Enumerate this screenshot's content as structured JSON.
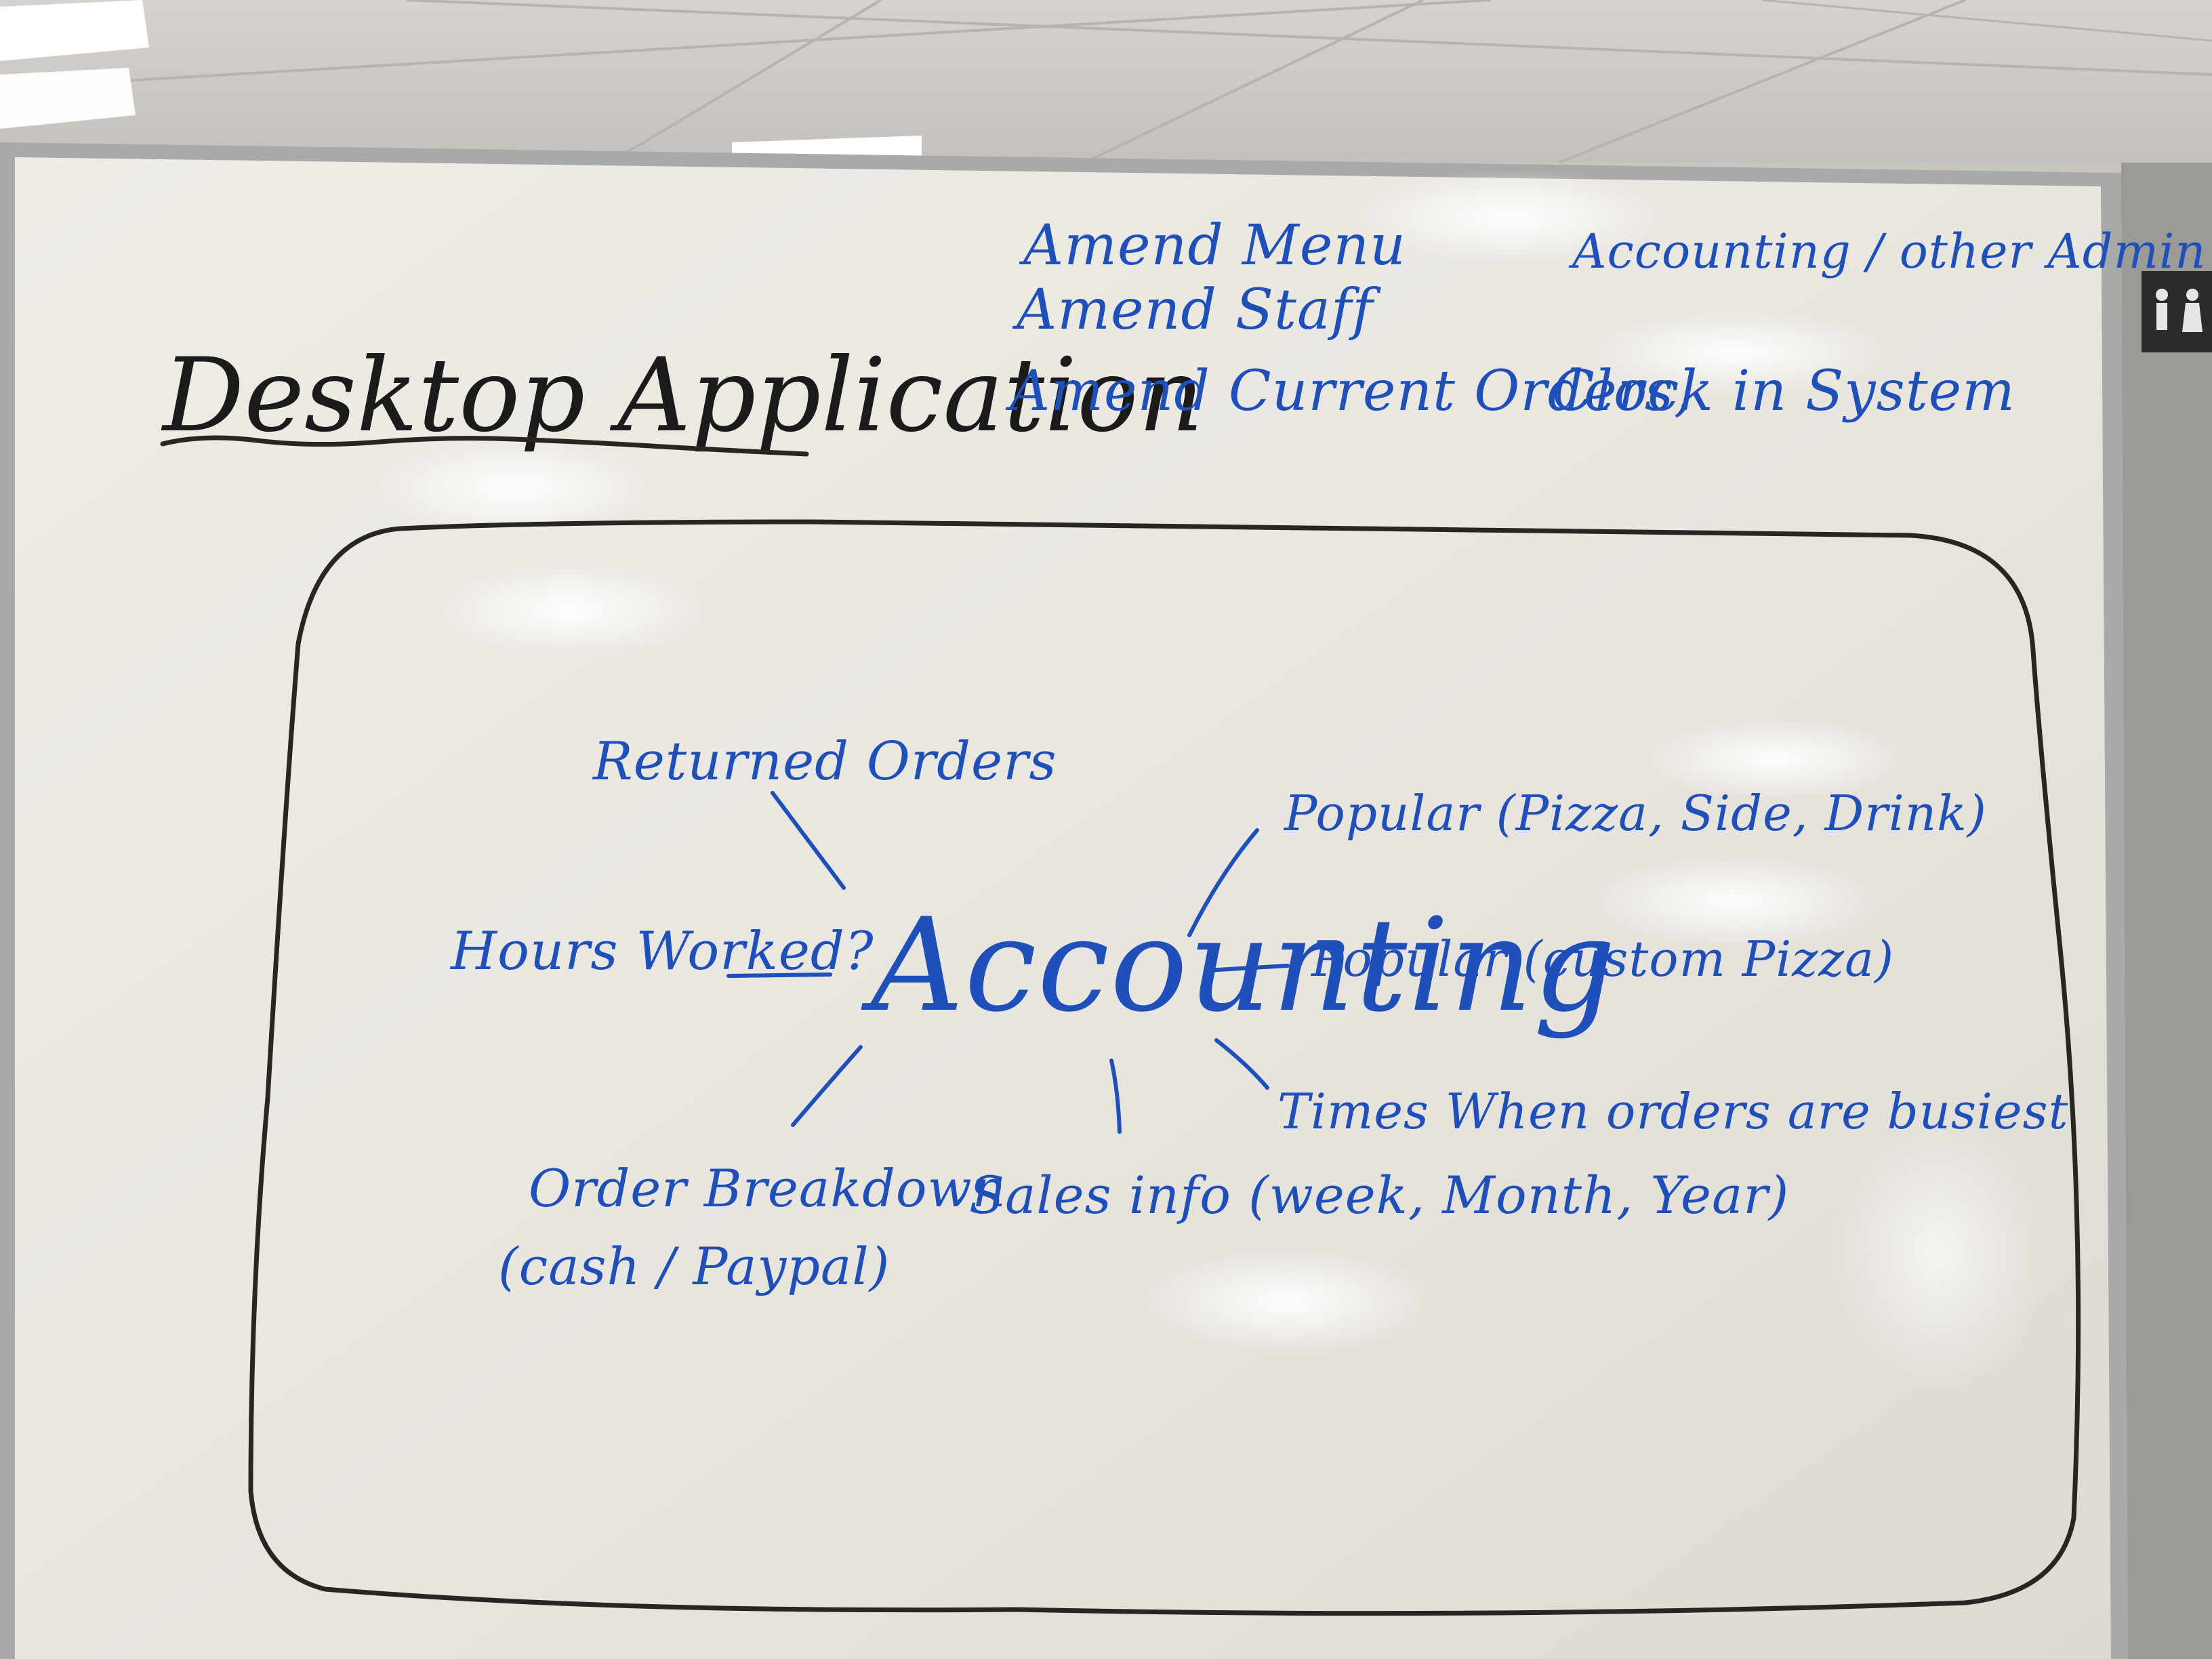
{
  "board": {
    "title": "Desktop Application",
    "top_items": [
      "Amend Menu",
      "Amend Staff",
      "Amend Current Orders,",
      "Clock in System",
      "Accounting / other Admin"
    ],
    "center": "Accounting",
    "branches": [
      "Returned Orders",
      "Hours Worked?",
      "Order Breakdown",
      "(cash / Paypal)",
      "Sales info (week, Month, Year)",
      "Times When orders are busiest",
      "Popular (custom Pizza)",
      "Popular (Pizza, Side, Drink)"
    ]
  },
  "colors": {
    "marker_blue": "#1f4fb8",
    "marker_black": "#2a2521",
    "board_white": "#ece9e3",
    "frame": "#a8aaa9"
  },
  "icons": [
    "ceiling-light",
    "restroom-sign-icon"
  ]
}
